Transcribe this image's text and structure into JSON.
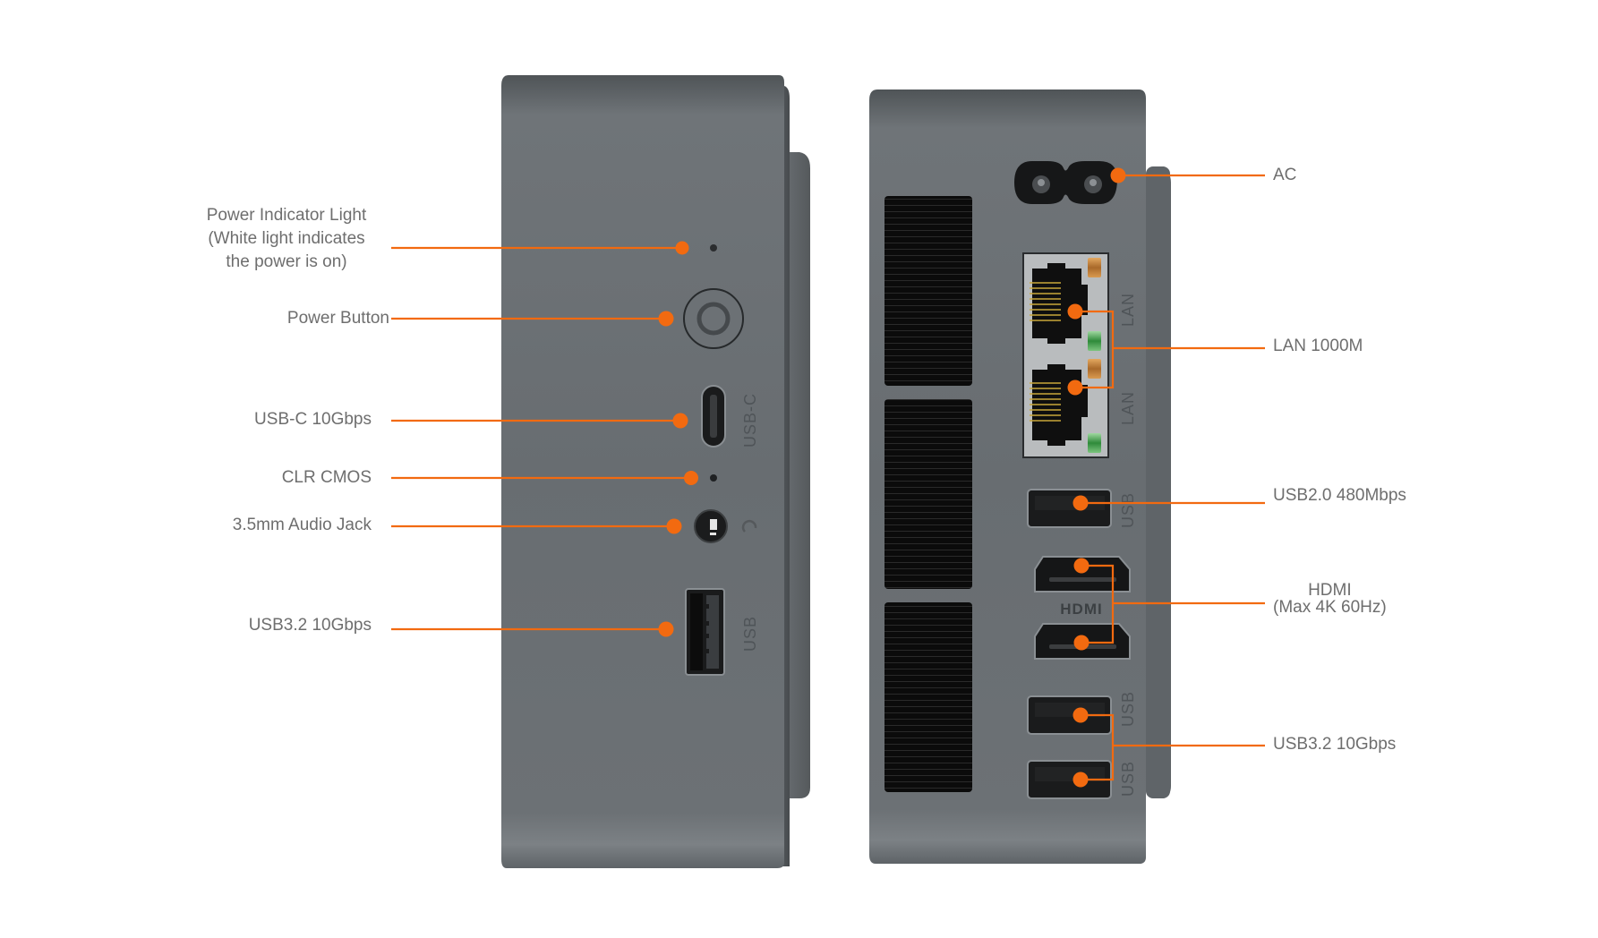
{
  "figure": {
    "title": "Mini PC front and rear I/O ports",
    "accent_color": "#f26a10",
    "body_color": "#6a6f73",
    "text_color": "#6e6e6e"
  },
  "front_panel": {
    "callouts": [
      {
        "id": "power-indicator",
        "lines": [
          "Power Indicator Light",
          "(White light indicates",
          "the power is on)"
        ]
      },
      {
        "id": "power-button",
        "lines": [
          "Power Button"
        ]
      },
      {
        "id": "usb-c",
        "lines": [
          "USB-C 10Gbps"
        ]
      },
      {
        "id": "clr-cmos",
        "lines": [
          "CLR CMOS"
        ]
      },
      {
        "id": "audio-jack",
        "lines": [
          "3.5mm Audio Jack"
        ]
      },
      {
        "id": "usb32-front",
        "lines": [
          "USB3.2 10Gbps"
        ]
      }
    ],
    "engravings": {
      "usb_c": "USB-C",
      "usb": "USB"
    }
  },
  "rear_panel": {
    "callouts": [
      {
        "id": "ac",
        "lines": [
          "AC"
        ]
      },
      {
        "id": "lan",
        "lines": [
          "LAN 1000M"
        ]
      },
      {
        "id": "usb20",
        "lines": [
          "USB2.0 480Mbps"
        ]
      },
      {
        "id": "hdmi",
        "lines": [
          "HDMI",
          "(Max 4K 60Hz)"
        ]
      },
      {
        "id": "usb32-rear",
        "lines": [
          "USB3.2 10Gbps"
        ]
      }
    ],
    "engravings": {
      "lan": "LAN",
      "usb": "USB",
      "hdmi": "HDMI"
    }
  }
}
